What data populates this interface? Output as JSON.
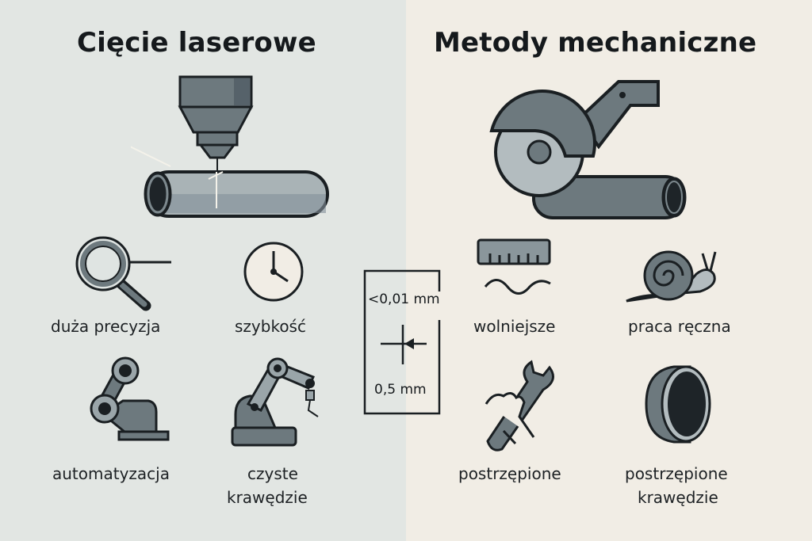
{
  "left": {
    "title": "Cięcie laserowe",
    "hero_icon": "laser-nozzle-cutting-pipe-icon",
    "features": [
      {
        "icon": "magnifying-glass-icon",
        "label": "duża precyzja"
      },
      {
        "icon": "clock-icon",
        "label": "szybkość"
      },
      {
        "icon": "robot-arm-icon",
        "label": "automatyzacja"
      },
      {
        "icon": "industrial-robot-icon",
        "label_line1": "czyste",
        "label_line2": "krawędzie"
      }
    ]
  },
  "center": {
    "icon": "kerf-width-measure-icon",
    "top_value": "<0,01 mm",
    "bottom_value": "0,5 mm"
  },
  "right": {
    "title": "Metody mechaniczne",
    "hero_icon": "circular-saw-cutting-pipe-icon",
    "features": [
      {
        "icon": "ruler-wave-icon",
        "label": "wolniejsze"
      },
      {
        "icon": "snail-icon",
        "label": "praca ręczna"
      },
      {
        "icon": "hand-wrench-icon",
        "label": "postrzępione"
      },
      {
        "icon": "pipe-end-icon",
        "label_line1": "postrzępione",
        "label_line2": "krawędzie"
      }
    ]
  },
  "colors": {
    "left_bg": "#e2e6e3",
    "right_bg": "#f1ede5",
    "metal_dark": "#5f6b70",
    "metal_mid": "#7d898e",
    "metal_light": "#b3bcbf",
    "outline": "#1a1f22"
  }
}
